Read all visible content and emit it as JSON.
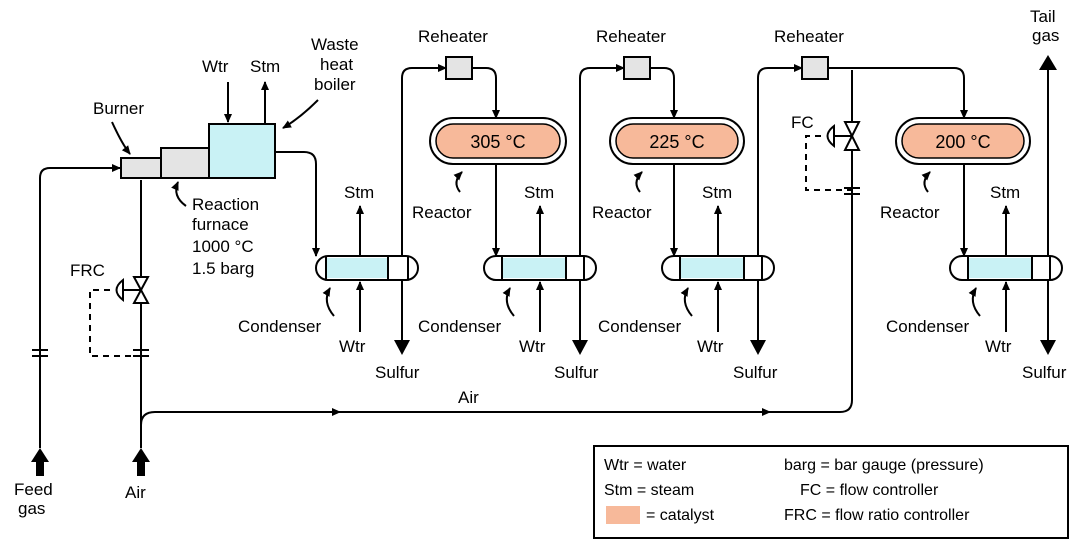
{
  "labels": {
    "burner": "Burner",
    "wtr": "Wtr",
    "stm": "Stm",
    "waste1": "Waste",
    "waste2": "heat",
    "waste3": "boiler",
    "reaction1": "Reaction",
    "reaction2": "furnace",
    "reaction3": "1000 °C",
    "reaction4": "1.5 barg",
    "frc": "FRC",
    "fc": "FC",
    "feed1": "Feed",
    "feed2": "gas",
    "air": "Air",
    "reheater": "Reheater",
    "reactor": "Reactor",
    "condenser": "Condenser",
    "sulfur": "Sulfur",
    "tail1": "Tail",
    "tail2": "gas"
  },
  "reactors": [
    {
      "temp": "305 °C"
    },
    {
      "temp": "225 °C"
    },
    {
      "temp": "200 °C"
    }
  ],
  "legend": {
    "wtr": "Wtr = water",
    "stm": "Stm = steam",
    "catalyst": "= catalyst",
    "barg": "barg = bar gauge (pressure)",
    "fc": "FC = flow controller",
    "frc": "FRC = flow ratio controller"
  },
  "colors": {
    "catalyst": "#f7b99a",
    "vessel": "#c9f2f5",
    "gray": "#e4e4e4"
  }
}
